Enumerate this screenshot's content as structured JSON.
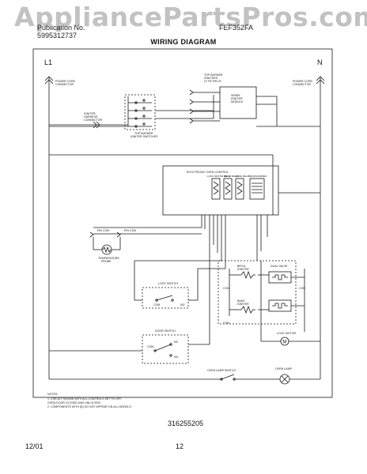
{
  "watermark": "AppliancePartsPros.com",
  "header": {
    "publication_label": "Publication No.",
    "publication_number": "5995312737",
    "model": "FEF352FA"
  },
  "title": "WIRING DIAGRAM",
  "terminals": {
    "l1": "L1",
    "n": "N"
  },
  "labels": {
    "power_cord_left": [
      "POWER CORD",
      "CONNECTOR"
    ],
    "power_cord_right": [
      "POWER CORD",
      "CONNECTOR"
    ],
    "igniter_harness": [
      "IGNITER",
      "HARNESS",
      "CONNECTOR"
    ],
    "top_burner_switches": [
      "TOP BURNER",
      "IGNITER SWITCHES"
    ],
    "top_burner_igniters": [
      "TOP BURNER",
      "IGNITERS",
      "LF RF RR LR"
    ],
    "spark_module": [
      "SPARK",
      "IGNITER",
      "MODULE"
    ],
    "oven_control": "ELECTRONIC OVEN CONTROL",
    "relays": [
      "LOCK MOTOR RELAY",
      "BROIL RELAY",
      "BAKE RELAY",
      "TRANSFORMER"
    ],
    "pin_left": "PIN CON",
    "pin_right": "PIN CON",
    "temp_probe": [
      "TEMPERATURE",
      "PROBE"
    ],
    "lock_switch": "LOCK SWITCH",
    "com": "COM",
    "no": "NO",
    "nc": "NC",
    "door_switch": "DOOR SWITCH",
    "broil_igniter": [
      "BROIL",
      "IGNITER"
    ],
    "bake_igniter": [
      "BAKE",
      "IGNITER"
    ],
    "dual_valve": "DUAL VALVE",
    "con_label": "CON",
    "lock_motor": "LOCK MOTOR",
    "oven_lamp_switch": "OVEN LAMP SWITCH",
    "oven_lamp": "OVEN LAMP"
  },
  "notes": {
    "heading": "NOTES:",
    "lines": [
      "1.  CIRCUIT SHOWN WITH ALL CONTROLS SET TO OFF,",
      "     OVEN DOOR CLOSED AND UNLOCKED.",
      "2.  COMPONENTS WITH (B) DO NOT APPEAR ON ALL MODELS."
    ]
  },
  "part_number": "316255205",
  "footer": {
    "date": "12/01",
    "page": "12"
  }
}
